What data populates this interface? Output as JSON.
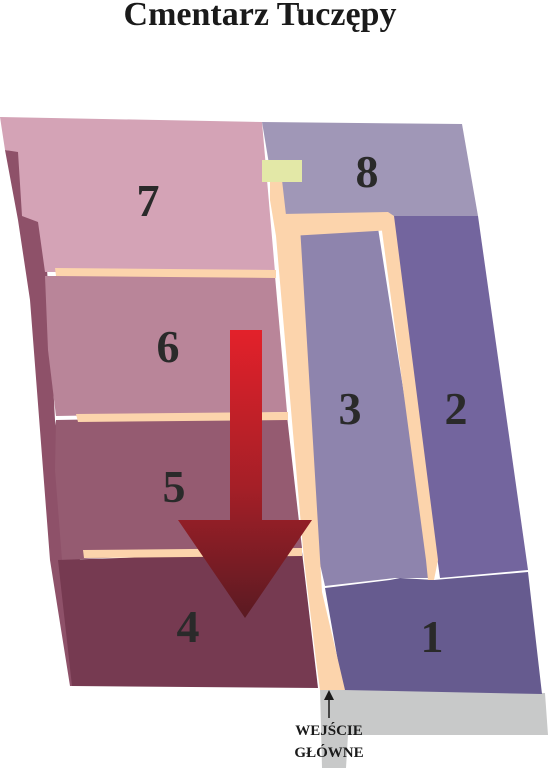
{
  "title": "Cmentarz Tuczępy",
  "sections": [
    {
      "id": "section-1",
      "label": "1",
      "color": "#665b8f"
    },
    {
      "id": "section-2",
      "label": "2",
      "color": "#73659e"
    },
    {
      "id": "section-3",
      "label": "3",
      "color": "#8e84ad"
    },
    {
      "id": "section-4",
      "label": "4",
      "color": "#763a51"
    },
    {
      "id": "section-5",
      "label": "5",
      "color": "#955b71"
    },
    {
      "id": "section-6",
      "label": "6",
      "color": "#b98599"
    },
    {
      "id": "section-7",
      "label": "7",
      "color": "#d4a3b6"
    },
    {
      "id": "section-8",
      "label": "8",
      "color": "#a097b7"
    }
  ],
  "colors": {
    "path": "#fcd4ac",
    "entrance_road": "#c8c9c9",
    "chapel": "#e3e8a7",
    "arrow": "#cc2027",
    "left_strip": "#8e5169"
  },
  "entrance_label": [
    "WEJŚCIE",
    "GŁÓWNE"
  ]
}
